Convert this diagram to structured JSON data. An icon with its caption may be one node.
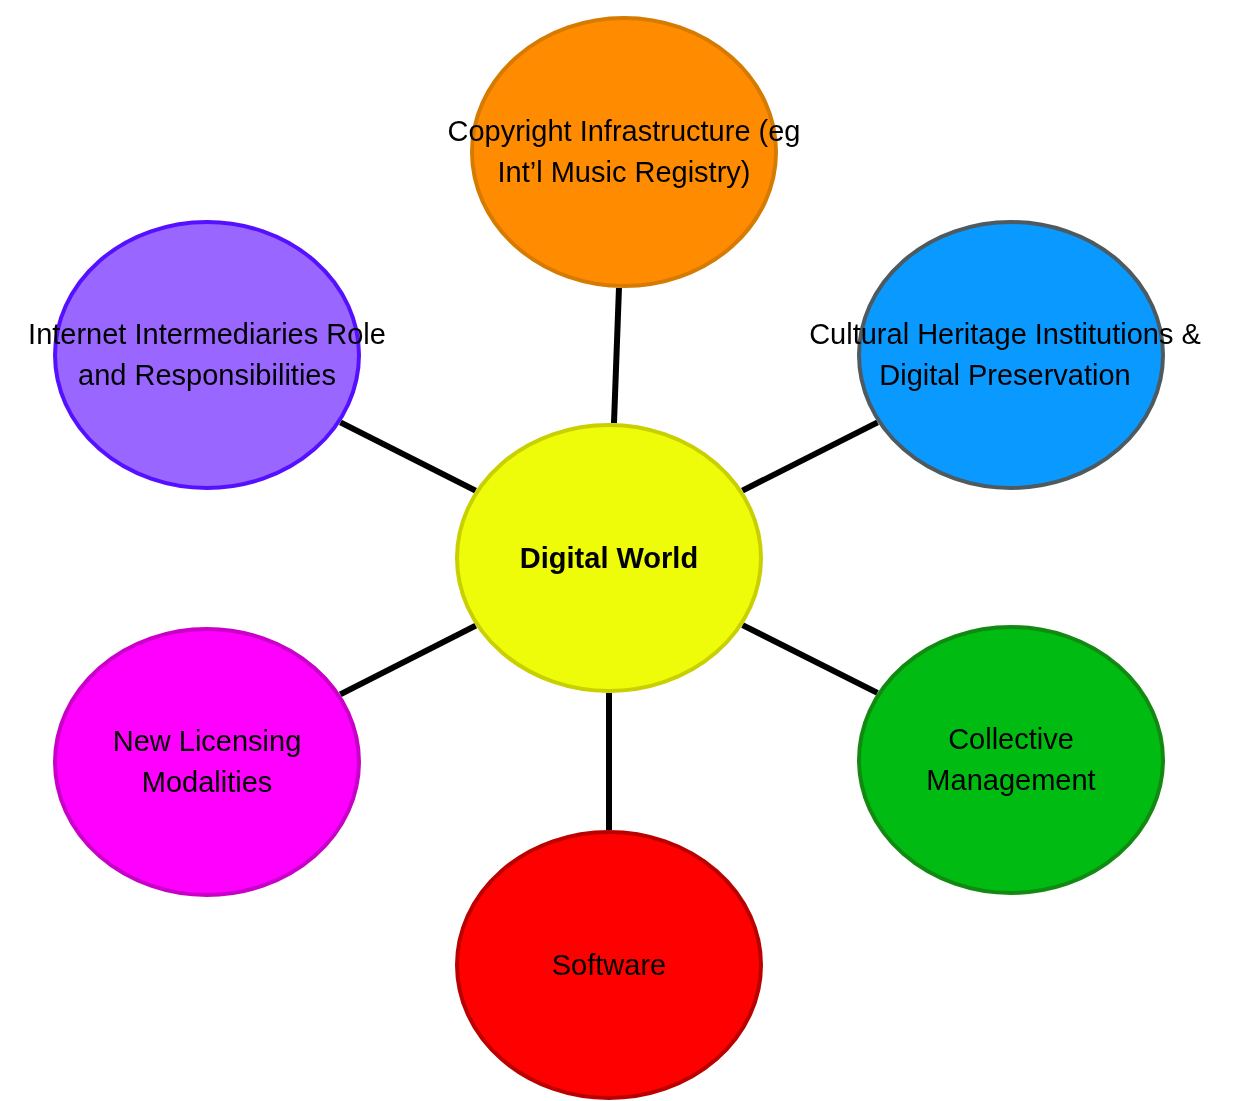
{
  "diagram": {
    "nodes": [
      {
        "text": [
          "Digital World"
        ]
      },
      {
        "text": [
          "Copyright Infrastructure (eg Int’l Music Registry)"
        ]
      },
      {
        "text": [
          "Internet Intermediaries Role and Responsibilities"
        ]
      },
      {
        "text": [
          "Cultural Heritage Institutions & Digital Preservation"
        ]
      },
      {
        "text": [
          "New Licensing Modalities"
        ]
      },
      {
        "text": [
          "Collective Management"
        ]
      },
      {
        "text": [
          "Software"
        ]
      }
    ],
    "edges": [
      {
        "from": 0,
        "to": 1,
        "arrow": "none"
      },
      {
        "from": 0,
        "to": 2,
        "arrow": "none"
      },
      {
        "from": 0,
        "to": 3,
        "arrow": "none"
      },
      {
        "from": 0,
        "to": 4,
        "arrow": "none"
      },
      {
        "from": 0,
        "to": 5,
        "arrow": "none"
      },
      {
        "from": 0,
        "to": 6,
        "arrow": "none"
      }
    ]
  }
}
